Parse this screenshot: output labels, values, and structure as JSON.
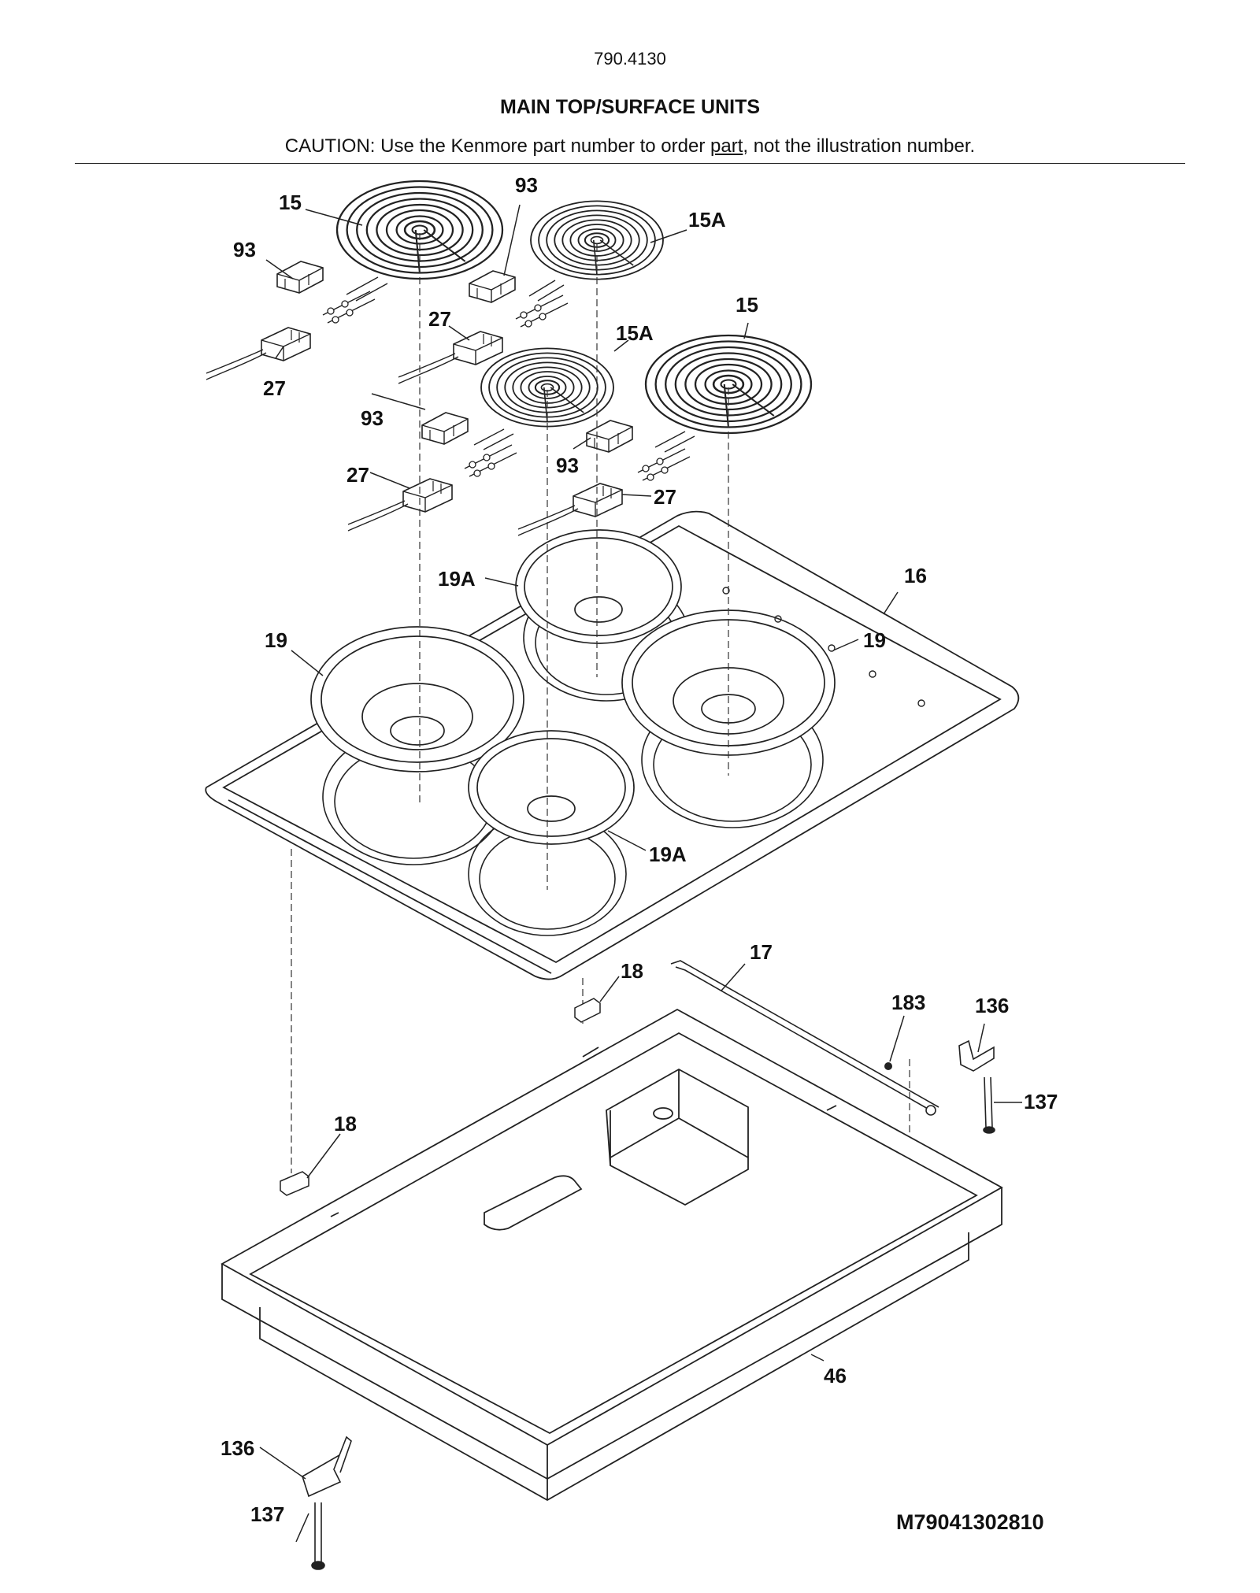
{
  "header": {
    "model": "790.4130",
    "title": "MAIN TOP/SURFACE UNITS",
    "caution_prefix": "CAUTION: Use the Kenmore part number to order ",
    "caution_link": "part",
    "caution_suffix": ", not the illustration number."
  },
  "callouts": {
    "c15_a": "15",
    "c93_a": "93",
    "c93_b": "93",
    "c15A_a": "15A",
    "c27_a": "27",
    "c27_b": "27",
    "c15A_b": "15A",
    "c15_b": "15",
    "c93_c": "93",
    "c93_d": "93",
    "c27_c": "27",
    "c27_d": "27",
    "c19A_a": "19A",
    "c16": "16",
    "c19_a": "19",
    "c19_b": "19",
    "c19A_b": "19A",
    "c17": "17",
    "c18_a": "18",
    "c183": "183",
    "c136_a": "136",
    "c137_a": "137",
    "c18_b": "18",
    "c46": "46",
    "c136_b": "136",
    "c137_b": "137"
  },
  "figure_code": "M79041302810"
}
